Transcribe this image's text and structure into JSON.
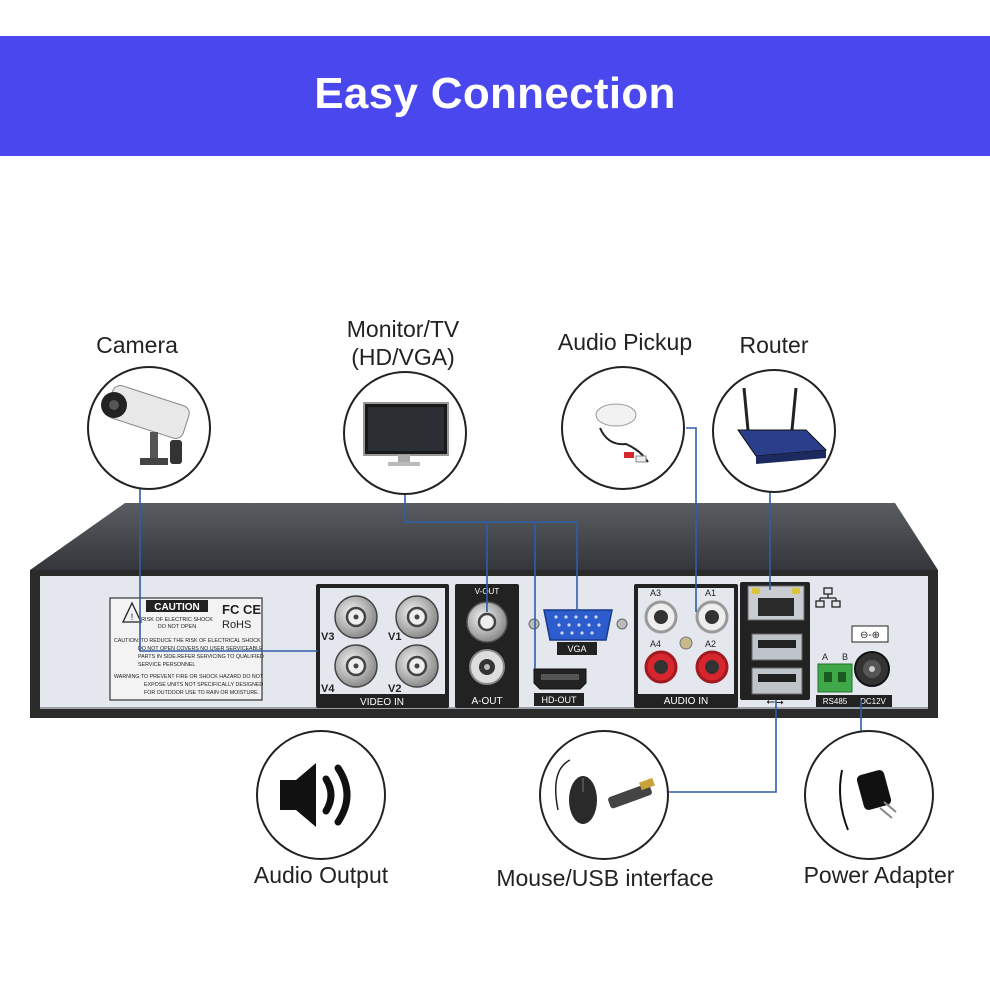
{
  "header": {
    "title": "Easy Connection",
    "background_color": "#4b47ef"
  },
  "labels": {
    "camera": "Camera",
    "monitor_line1": "Monitor/TV",
    "monitor_line2": "(HD/VGA)",
    "audio_pickup": "Audio Pickup",
    "router": "Router",
    "audio_output": "Audio Output",
    "mouse_usb": "Mouse/USB interface",
    "power_adapter": "Power Adapter"
  },
  "panel": {
    "caution_title": "CAUTION",
    "caution_sub1": "RISK OF ELECTRIC SHOCK",
    "caution_sub2": "DO NOT OPEN",
    "fc_ce": "FC CE",
    "rohs": "RoHS",
    "warning_lines": [
      "CAUTION: TO REDUCE THE RISK OF ELECTRICAL SHOCK",
      "DO NOT OPEN COVERS NO USER SERVICEABLE",
      "PARTS IN SIDE.REFER SERVICING TO QUALIFIED",
      "SERVICE PERSONNEL",
      "WARNING:TO PREVENT FIRE OR SHOCK HAZARD DO NOT",
      "EXPOSE UNITS NOT SPECIFICALLY DESIGNED",
      "FOR OUTDOOR USE TO RAIN OR MOISTURE."
    ],
    "v1": "V1",
    "v2": "V2",
    "v3": "V3",
    "v4": "V4",
    "video_in": "VIDEO IN",
    "v_out": "V-OUT",
    "a_out": "A-OUT",
    "vga": "VGA",
    "hd_out": "HD-OUT",
    "a1": "A1",
    "a2": "A2",
    "a3": "A3",
    "a4": "A4",
    "audio_in": "AUDIO IN",
    "rs485_a": "A",
    "rs485_b": "B",
    "rs485": "RS485",
    "dc12v": "DC12V"
  },
  "colors": {
    "wire": "#2f5ea8",
    "panel_face": "#e4e8ee",
    "chassis": "#2b2b2b"
  }
}
